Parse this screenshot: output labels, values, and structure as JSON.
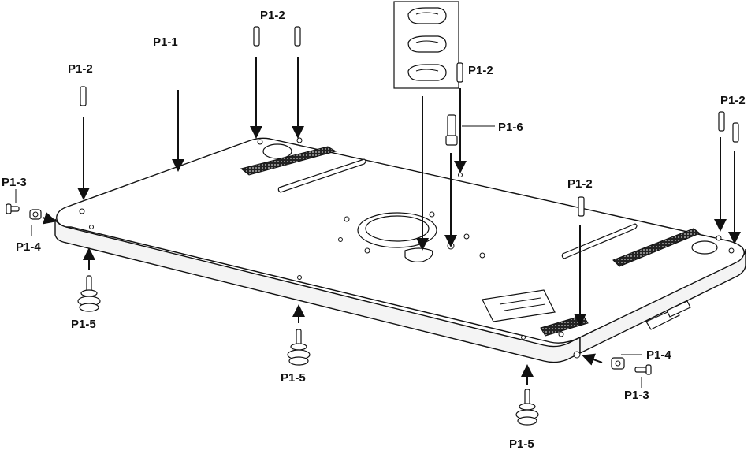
{
  "labels": {
    "p1_1": "P1-1",
    "p1_2": "P1-2",
    "p1_3": "P1-3",
    "p1_4": "P1-4",
    "p1_5": "P1-5",
    "p1_6": "P1-6"
  }
}
